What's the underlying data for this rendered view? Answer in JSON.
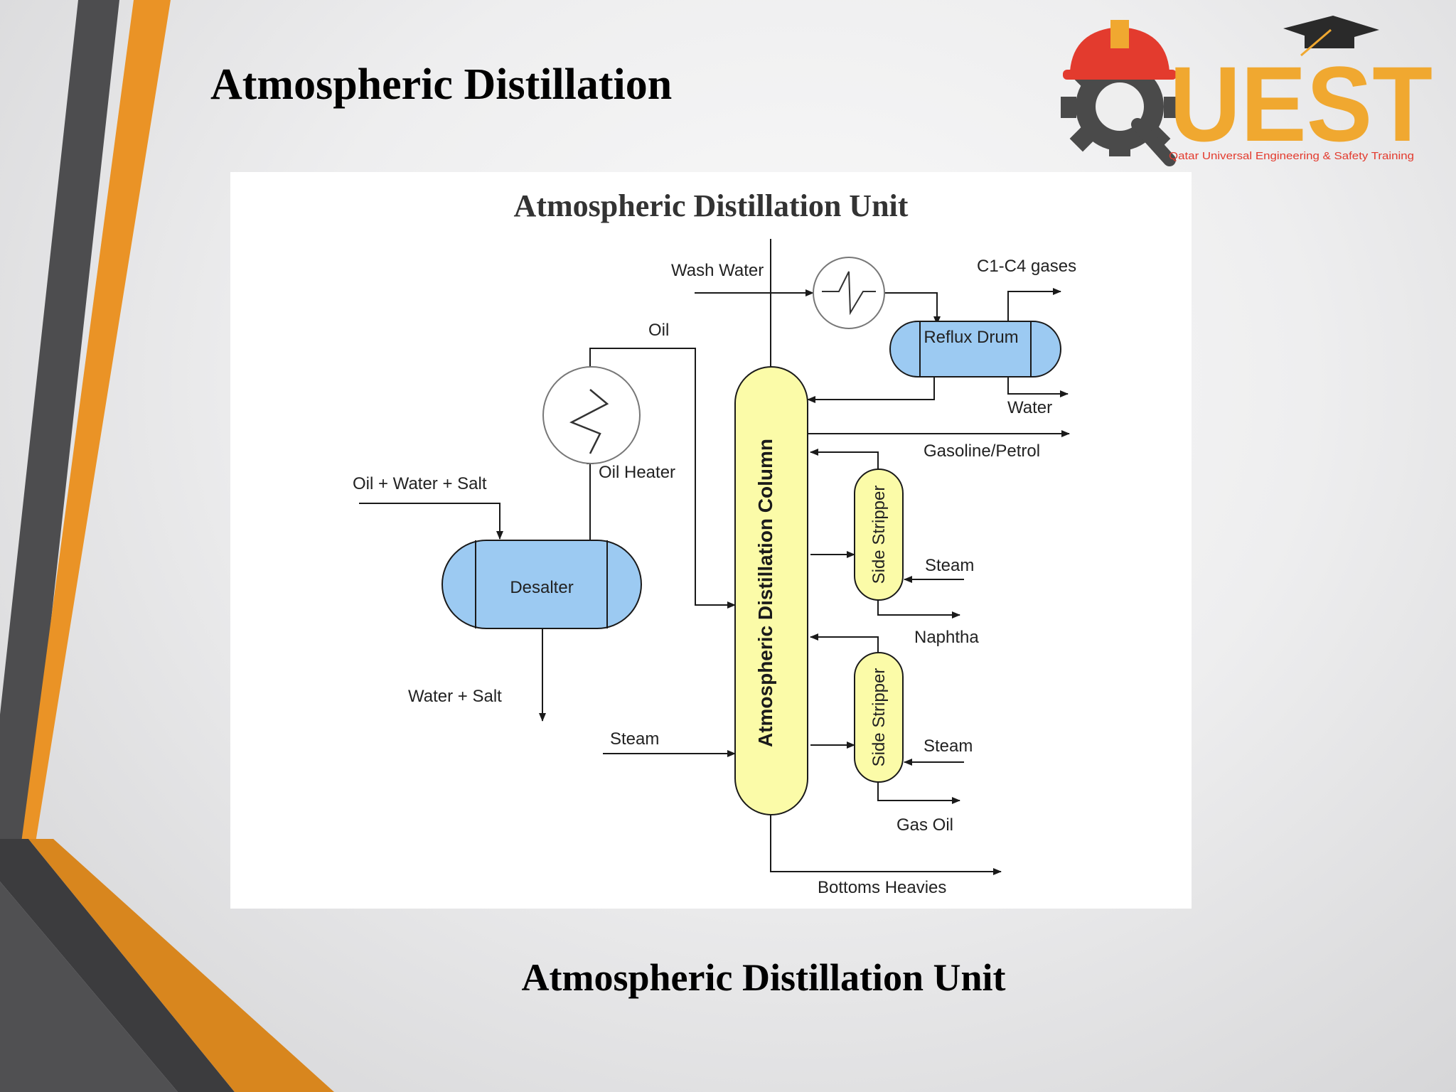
{
  "slide": {
    "title": "Atmospheric Distillation",
    "caption": "Atmospheric Distillation Unit"
  },
  "logo": {
    "wordmark": "UEST",
    "tagline": "Qatar Universal Engineering & Safety Training",
    "colors": {
      "orange": "#f0a830",
      "red": "#e33b2e",
      "gray": "#4a4a4a"
    }
  },
  "diagram": {
    "title": "Atmospheric Distillation Unit",
    "equipment": {
      "column": "Atmospheric Distillation Column",
      "desalter": "Desalter",
      "reflux_drum": "Reflux Drum",
      "side_stripper_1": "Side Stripper",
      "side_stripper_2": "Side Stripper",
      "oil_heater": "Oil Heater"
    },
    "streams": {
      "feed": "Oil + Water + Salt",
      "water_salt": "Water + Salt",
      "oil": "Oil",
      "wash_water": "Wash Water",
      "c1_c4": "C1-C4 gases",
      "water": "Water",
      "gasoline": "Gasoline/Petrol",
      "steam_1": "Steam",
      "naphtha": "Naphtha",
      "steam_2": "Steam",
      "gas_oil": "Gas Oil",
      "steam_column": "Steam",
      "bottoms": "Bottoms Heavies"
    },
    "colors": {
      "blue_vessel": "#9ccaf2",
      "yellow_vessel": "#fbfba8",
      "lines": "#1a1a1a"
    }
  }
}
